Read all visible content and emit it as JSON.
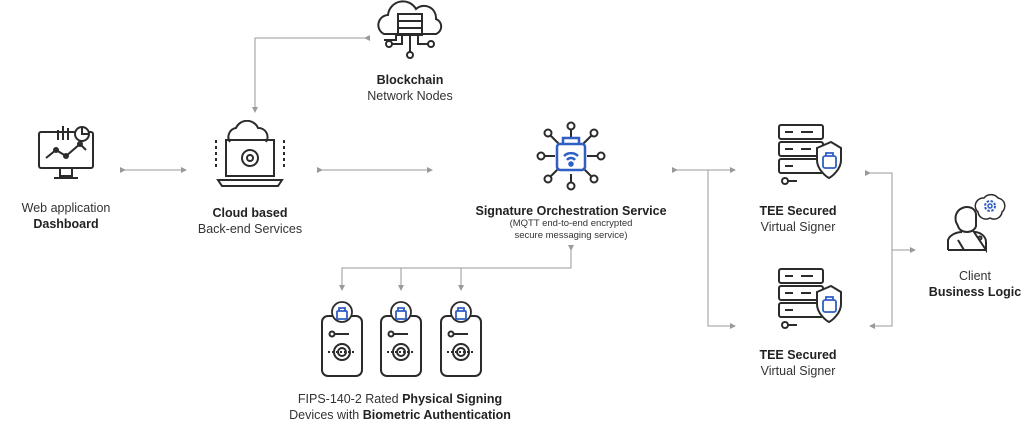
{
  "colors": {
    "accent": "#2f5fc4",
    "ink": "#2b2b2b",
    "line": "#9a9a9a"
  },
  "nodes": {
    "blockchain": {
      "bold": "Blockchain",
      "normal": "Network Nodes",
      "icon": "cloud-server-icon"
    },
    "dashboard": {
      "normal": "Web application",
      "bold": "Dashboard",
      "icon": "monitor-chart-icon"
    },
    "cloud": {
      "bold": "Cloud based",
      "normal": "Back-end Services",
      "icon": "cloud-laptop-gear-icon"
    },
    "orchestration": {
      "bold": "Signature Orchestration Service",
      "sub1": "(MQTT end-to-end encrypted",
      "sub2": "secure messaging service)",
      "icon": "lock-network-icon"
    },
    "tee1": {
      "bold": "TEE Secured",
      "normal": "Virtual Signer",
      "icon": "server-shield-icon"
    },
    "tee2": {
      "bold": "TEE Secured",
      "normal": "Virtual Signer",
      "icon": "server-shield-icon"
    },
    "client": {
      "normal": "Client",
      "bold": "Business Logic",
      "icon": "person-gear-icon"
    },
    "devices": {
      "l1_normal": "FIPS-140-2 Rated ",
      "l1_bold": "Physical Signing",
      "l2_normal": "Devices with ",
      "l2_bold": "Biometric Authentication",
      "icon": "fingerprint-device-icon"
    }
  }
}
